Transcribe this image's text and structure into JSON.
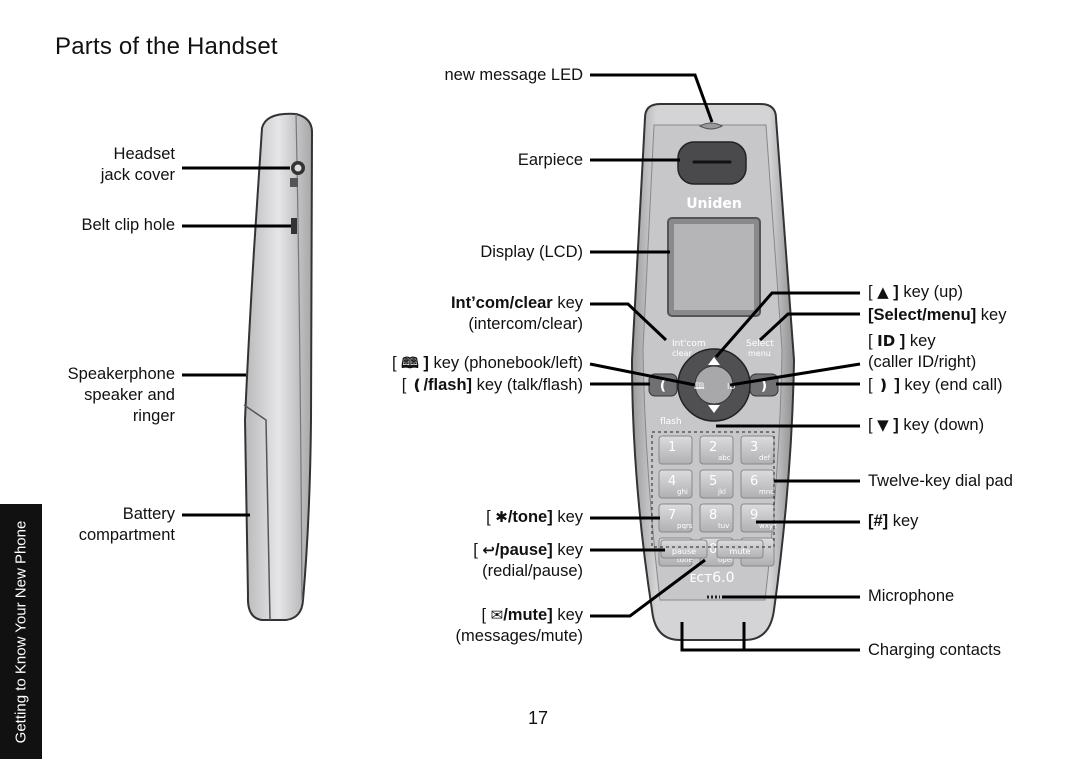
{
  "title": "Parts of the Handset",
  "side_tab": "Getting to Know Your New Phone",
  "page_number": "17",
  "left_labels": {
    "headset": [
      "Headset",
      "jack cover"
    ],
    "belt_clip": "Belt clip hole",
    "speakerphone": [
      "Speakerphone",
      "speaker and",
      "ringer"
    ],
    "battery": [
      "Battery",
      "compartment"
    ]
  },
  "center_labels": {
    "led": "new message LED",
    "earpiece": "Earpiece",
    "display": "Display (LCD)",
    "intcom_key": "Int’com/clear",
    "intcom_key_suffix": " key",
    "intcom_desc": "(intercom/clear)",
    "phonebook_key_suffix": " key (phonebook/left)",
    "flash_key": "/flash",
    "flash_key_suffix": " key (talk/flash)",
    "tone_key": "/tone",
    "tone_key_suffix": " key",
    "pause_key": "/pause",
    "pause_key_suffix": " key",
    "pause_desc": "(redial/pause)",
    "mute_key": "/mute",
    "mute_key_suffix": " key",
    "mute_desc": "(messages/mute)"
  },
  "right_labels": {
    "up_key": " key (up)",
    "select_key": "Select/menu",
    "select_key_suffix": " key",
    "callerid_key": " key",
    "callerid_desc": "(caller ID/right)",
    "endcall_key": " key (end call)",
    "down_key": " key (down)",
    "dialpad": "Twelve-key dial pad",
    "hash_key": "[#]",
    "hash_key_suffix": " key",
    "microphone": "Microphone",
    "charging": "Charging contacts"
  },
  "handset_print": {
    "brand": "Uniden",
    "intcom": "Int'com",
    "clear": "clear",
    "select": "Select",
    "menu": "menu",
    "flash": "flash",
    "keys": [
      {
        "n": "1",
        "l": ""
      },
      {
        "n": "2",
        "l": "abc"
      },
      {
        "n": "3",
        "l": "def"
      },
      {
        "n": "4",
        "l": "ghi"
      },
      {
        "n": "5",
        "l": "jkl"
      },
      {
        "n": "6",
        "l": "mno"
      },
      {
        "n": "7",
        "l": "pqrs"
      },
      {
        "n": "8",
        "l": "tuv"
      },
      {
        "n": "9",
        "l": "wxyz"
      },
      {
        "n": "✱",
        "l": "tone"
      },
      {
        "n": "0",
        "l": "oper"
      },
      {
        "n": "#",
        "l": ""
      }
    ],
    "pause": "pause",
    "mute": "mute",
    "model": "ᴇᴄᴛ6.0"
  }
}
